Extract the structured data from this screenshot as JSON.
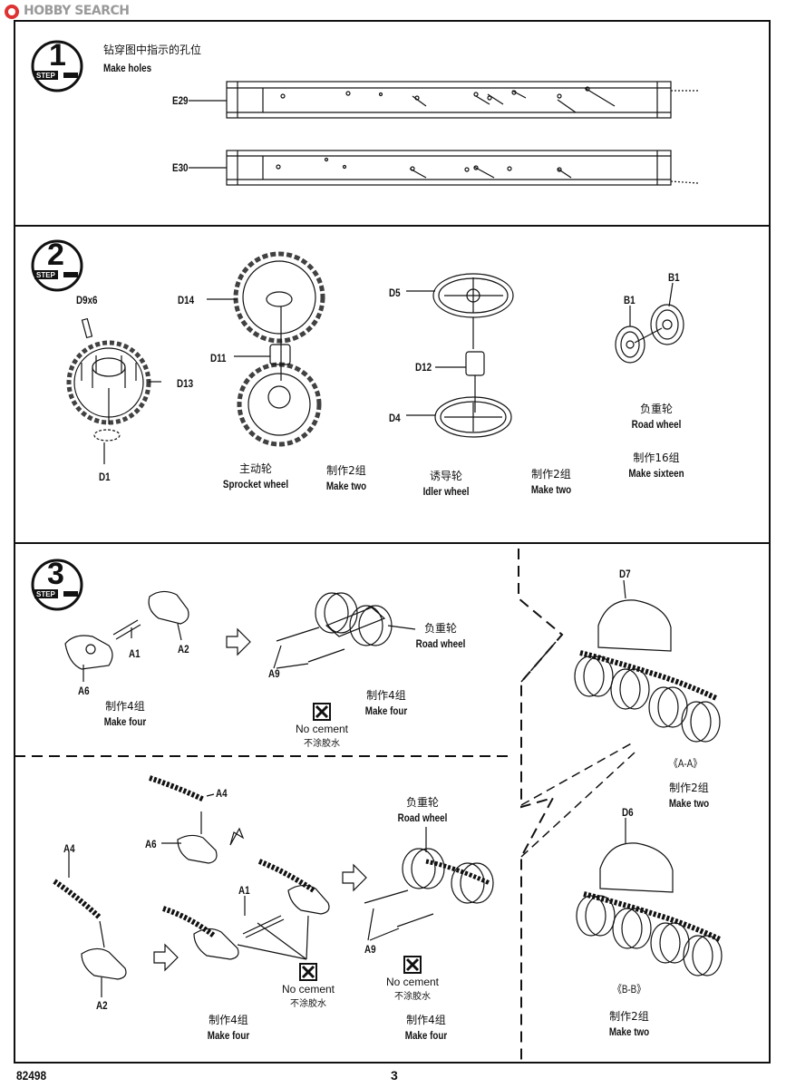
{
  "header": {
    "brand_logo_text": "HOBBY SEARCH",
    "page_number": "3",
    "kit_number": "82498"
  },
  "step1": {
    "number": "1",
    "badge_text": "STEP",
    "instruction_zh": "钻穿图中指示的孔位",
    "instruction_en": "Make holes",
    "parts": [
      "E29",
      "E30"
    ]
  },
  "step2": {
    "number": "2",
    "badge_text": "STEP",
    "parts": {
      "d9x6": "D9x6",
      "d14": "D14",
      "d13": "D13",
      "d11": "D11",
      "d1": "D1",
      "d5": "D5",
      "d12": "D12",
      "d4": "D4",
      "b1a": "B1",
      "b1b": "B1"
    },
    "sprocket": {
      "zh": "主动轮",
      "en": "Sprocket wheel",
      "make_zh": "制作2组",
      "make_en": "Make two"
    },
    "idler": {
      "zh": "诱导轮",
      "en": "Idler wheel",
      "make_zh": "制作2组",
      "make_en": "Make two"
    },
    "road": {
      "zh": "负重轮",
      "en": "Road wheel",
      "make_zh": "制作16组",
      "make_en": "Make sixteen"
    }
  },
  "step3": {
    "number": "3",
    "badge_text": "STEP",
    "upper": {
      "parts": {
        "a1": "A1",
        "a2": "A2",
        "a6": "A6",
        "a9": "A9"
      },
      "make_zh": "制作4组",
      "make_en": "Make four",
      "road_zh": "负重轮",
      "road_en": "Road wheel",
      "make2_zh": "制作4组",
      "make2_en": "Make four",
      "no_cement_en": "No cement",
      "no_cement_zh": "不涂胶水"
    },
    "lower": {
      "parts": {
        "a4a": "A4",
        "a6": "A6",
        "a4b": "A4",
        "a1": "A1",
        "a2": "A2",
        "a9": "A9"
      },
      "no_cement_en": "No cement",
      "no_cement_zh": "不涂胶水",
      "make_zh": "制作4组",
      "make_en": "Make four",
      "road_zh": "负重轮",
      "road_en": "Road wheel",
      "no_cement2_en": "No cement",
      "no_cement2_zh": "不涂胶水",
      "make2_zh": "制作4组",
      "make2_en": "Make four"
    },
    "right": {
      "d7": "D7",
      "aa": "《A-A》",
      "aa_make_zh": "制作2组",
      "aa_make_en": "Make two",
      "d6": "D6",
      "bb": "《B-B》",
      "bb_make_zh": "制作2组",
      "bb_make_en": "Make two"
    }
  }
}
